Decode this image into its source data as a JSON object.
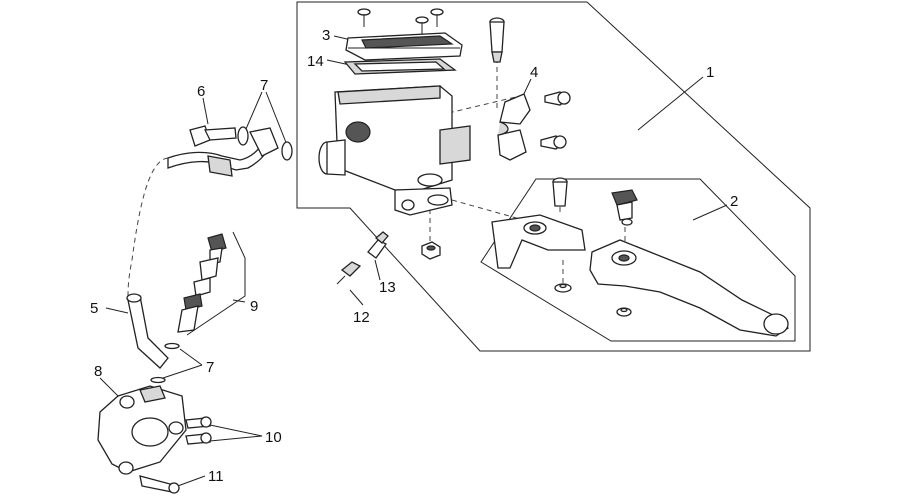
{
  "diagram": {
    "callouts": [
      "1",
      "2",
      "3",
      "4",
      "5",
      "6",
      "7",
      "7",
      "8",
      "9",
      "10",
      "11",
      "12",
      "13",
      "14"
    ]
  }
}
